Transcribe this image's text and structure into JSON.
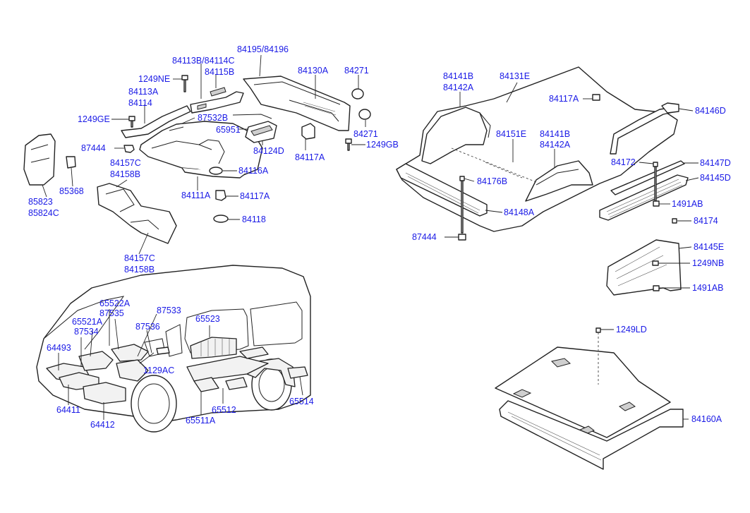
{
  "labels": {
    "l84195": "84195/84196",
    "l84113B": "84113B/84114C",
    "l84115B": "84115B",
    "l84130A": "84130A",
    "l84271a": "84271",
    "l1249NE": "1249NE",
    "l84113A": "84113A",
    "l84114": "84114",
    "l1249GE": "1249GE",
    "l87532B": "87532B",
    "l65951": "65951",
    "l84124D": "84124D",
    "l84271b": "84271",
    "l1249GB": "1249GB",
    "l84117A_a": "84117A",
    "l87444a": "87444",
    "l84157C_a": "84157C",
    "l84158B_a": "84158B",
    "l84116A": "84116A",
    "l84111A": "84111A",
    "l84117A_b": "84117A",
    "l85368": "85368",
    "l85823": "85823",
    "l85824C": "85824C",
    "l84118": "84118",
    "l84157C_b": "84157C",
    "l84158B_b": "84158B",
    "l84141B_a": "84141B",
    "l84142A_a": "84142A",
    "l84131E": "84131E",
    "l84117A_c": "84117A",
    "l84146D": "84146D",
    "l84151E": "84151E",
    "l84141B_b": "84141B",
    "l84142A_b": "84142A",
    "l84172": "84172",
    "l84147D": "84147D",
    "l84145D": "84145D",
    "l84176B": "84176B",
    "l1491AB_a": "1491AB",
    "l84148A": "84148A",
    "l87444b": "87444",
    "l84174": "84174",
    "l84145E": "84145E",
    "l1249NB": "1249NB",
    "l1491AB_b": "1491AB",
    "l65522A": "65522A",
    "l87535": "87535",
    "l87533": "87533",
    "l65521A": "65521A",
    "l87534": "87534",
    "l87536": "87536",
    "l65523": "65523",
    "l64493": "64493",
    "l1129AC": "1129AC",
    "l64411": "64411",
    "l64412": "64412",
    "l65512": "65512",
    "l65511A": "65511A",
    "l65514": "65514",
    "l1249LD": "1249LD",
    "l84160A": "84160A"
  },
  "colors": {
    "label": "#1a1ae6",
    "line": "#222222",
    "background": "#ffffff"
  }
}
